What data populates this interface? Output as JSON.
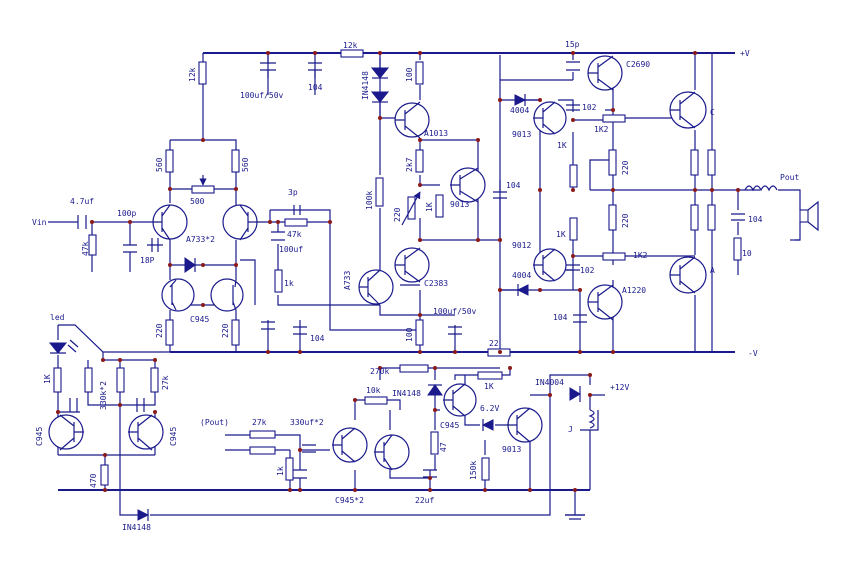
{
  "labels": [
    {
      "id": "r-12k-top",
      "text": "12k"
    },
    {
      "id": "c-15p",
      "text": "15p"
    },
    {
      "id": "rail-pos",
      "text": "+V"
    },
    {
      "id": "r-12k-left",
      "text": "12k"
    },
    {
      "id": "c-100uf-50v-top",
      "text": "100uf/50v"
    },
    {
      "id": "c-104-top",
      "text": "104"
    },
    {
      "id": "d-in4148-top",
      "text": "IN4148"
    },
    {
      "id": "r-100-top",
      "text": "100"
    },
    {
      "id": "q-a1013",
      "text": "A1013"
    },
    {
      "id": "d-4004-top",
      "text": "4004"
    },
    {
      "id": "c-102-top",
      "text": "102"
    },
    {
      "id": "q-9013-top",
      "text": "9013"
    },
    {
      "id": "r-1k2-top",
      "text": "1K2"
    },
    {
      "id": "q-c2690",
      "text": "C2690"
    },
    {
      "id": "q-out-c",
      "text": "C"
    },
    {
      "id": "r-560-left",
      "text": "560"
    },
    {
      "id": "r-560-right",
      "text": "560"
    },
    {
      "id": "r-500",
      "text": "500"
    },
    {
      "id": "c-4-7uf",
      "text": "4.7uf"
    },
    {
      "id": "c-100p",
      "text": "100p"
    },
    {
      "id": "vin",
      "text": "Vin"
    },
    {
      "id": "r-47k-in",
      "text": "47k"
    },
    {
      "id": "q-a733-2",
      "text": "A733*2"
    },
    {
      "id": "c-18p",
      "text": "18P"
    },
    {
      "id": "c-3p",
      "text": "3p"
    },
    {
      "id": "r-47k-fb",
      "text": "47k"
    },
    {
      "id": "c-100uf-fb",
      "text": "100uf"
    },
    {
      "id": "r-1k-fb",
      "text": "1k"
    },
    {
      "id": "r-100k",
      "text": "100k"
    },
    {
      "id": "r-2k7",
      "text": "2k7"
    },
    {
      "id": "q-9013-vbe",
      "text": "9013"
    },
    {
      "id": "r-220-vbe",
      "text": "220"
    },
    {
      "id": "r-1k-vbe",
      "text": "1K"
    },
    {
      "id": "c-104-mid",
      "text": "104"
    },
    {
      "id": "r-1k-mid-top",
      "text": "1K"
    },
    {
      "id": "r-1k-mid-bot",
      "text": "1K"
    },
    {
      "id": "r-220-up",
      "text": "220"
    },
    {
      "id": "r-220-low",
      "text": "220"
    },
    {
      "id": "pout",
      "text": "Pout"
    },
    {
      "id": "c-104-out",
      "text": "104"
    },
    {
      "id": "r-10",
      "text": "10"
    },
    {
      "id": "q-9012",
      "text": "9012"
    },
    {
      "id": "c-102-bot",
      "text": "102"
    },
    {
      "id": "r-1k2-bot",
      "text": "1K2"
    },
    {
      "id": "q-out-a",
      "text": "A"
    },
    {
      "id": "q-a733",
      "text": "A733"
    },
    {
      "id": "q-c2383",
      "text": "C2383"
    },
    {
      "id": "d-4004-bot",
      "text": "4004"
    },
    {
      "id": "q-a1220",
      "text": "A1220"
    },
    {
      "id": "c-104-bot",
      "text": "104"
    },
    {
      "id": "q-c945-left",
      "text": "C945"
    },
    {
      "id": "r-220-a",
      "text": "220"
    },
    {
      "id": "r-220-b",
      "text": "220"
    },
    {
      "id": "c-104-low",
      "text": "104"
    },
    {
      "id": "r-100-bot",
      "text": "100"
    },
    {
      "id": "c-100uf-50v-bot",
      "text": "100uf/50v"
    },
    {
      "id": "r-22",
      "text": "22"
    },
    {
      "id": "rail-neg",
      "text": "-V"
    },
    {
      "id": "led",
      "text": "led"
    },
    {
      "id": "r-1k-led",
      "text": "1K"
    },
    {
      "id": "c-330k-2",
      "text": "330k*2"
    },
    {
      "id": "r-27k-prot",
      "text": "27k"
    },
    {
      "id": "q-c945-prot-l",
      "text": "C945"
    },
    {
      "id": "q-c945-prot-r",
      "text": "C945"
    },
    {
      "id": "r-470",
      "text": "470"
    },
    {
      "id": "d-in4148-bot",
      "text": "IN4148"
    },
    {
      "id": "r-270k",
      "text": "270k"
    },
    {
      "id": "r-10k",
      "text": "10k"
    },
    {
      "id": "d-in4148-mid",
      "text": "IN4148"
    },
    {
      "id": "r-1k-delay",
      "text": "1K"
    },
    {
      "id": "d-in4004",
      "text": "IN4004"
    },
    {
      "id": "supply-12v",
      "text": "+12V"
    },
    {
      "id": "pout-in",
      "text": "(Pout)"
    },
    {
      "id": "r-27k-dc",
      "text": "27k"
    },
    {
      "id": "c-330uf-2",
      "text": "330uf*2"
    },
    {
      "id": "r-1k-dc",
      "text": "1k"
    },
    {
      "id": "q-c945-2",
      "text": "C945*2"
    },
    {
      "id": "q-c945-delay",
      "text": "C945"
    },
    {
      "id": "zener-6v2",
      "text": "6.2V"
    },
    {
      "id": "r-47-delay",
      "text": "47"
    },
    {
      "id": "c-22uf",
      "text": "22uf"
    },
    {
      "id": "r-150k",
      "text": "150k"
    },
    {
      "id": "q-9013-relay",
      "text": "9013"
    },
    {
      "id": "relay-j",
      "text": "J"
    }
  ]
}
